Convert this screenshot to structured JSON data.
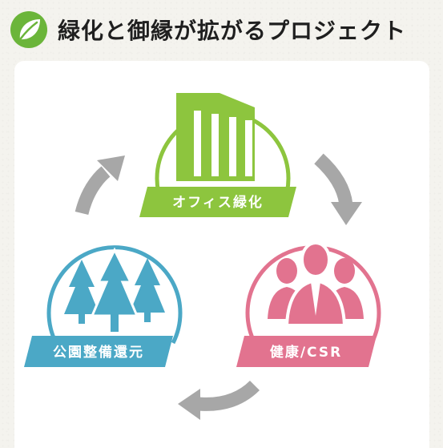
{
  "header": {
    "title": "緑化と御縁が拡がるプロジェクト",
    "icon": "leaf-icon"
  },
  "nodes": {
    "office": {
      "label": "オフィス緑化",
      "icon": "building-icon",
      "color": "#8dc53e"
    },
    "health": {
      "label": "健康/CSR",
      "icon": "people-icon",
      "color": "#e2738f"
    },
    "park": {
      "label": "公園整備還元",
      "icon": "trees-icon",
      "color": "#4ba8c6"
    }
  },
  "arrows": {
    "color": "#a7a7a7",
    "direction": "clockwise"
  },
  "colors": {
    "background": "#f4f3ee",
    "card": "#ffffff",
    "title": "#1f1f1f",
    "leaf": "#6bb53a"
  }
}
